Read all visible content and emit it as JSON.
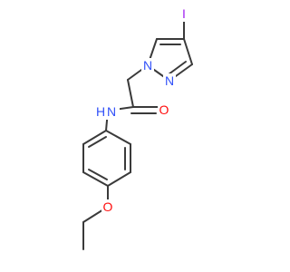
{
  "molecule": {
    "atoms": [
      {
        "id": "iodine",
        "label": "I",
        "color": "#a020f0"
      },
      {
        "id": "pyrazole-n1",
        "label": "N",
        "color": "#3050f8"
      },
      {
        "id": "pyrazole-n2",
        "label": "N",
        "color": "#3050f8"
      },
      {
        "id": "carbonyl-o",
        "label": "O",
        "color": "#ff0d0d"
      },
      {
        "id": "amide-nh",
        "label": "N\nH",
        "color": "#3050f8"
      },
      {
        "id": "ether-o",
        "label": "O",
        "color": "#ff0d0d"
      }
    ],
    "bond_color": "#3a3a3a"
  }
}
